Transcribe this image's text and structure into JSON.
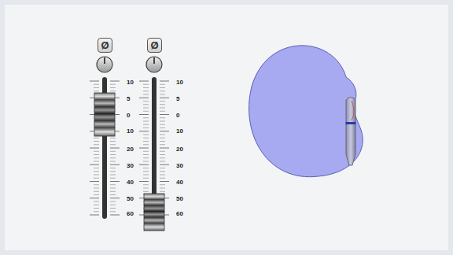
{
  "diagram": {
    "nodes": [
      {
        "text": [
          "Ø"
        ]
      },
      {
        "text": [
          "Ø"
        ]
      }
    ],
    "labels": [
      "10",
      "5",
      "0",
      "10",
      "20",
      "30",
      "40",
      "50",
      "60",
      "10",
      "5",
      "0",
      "10",
      "20",
      "30",
      "40",
      "50",
      "60"
    ]
  }
}
